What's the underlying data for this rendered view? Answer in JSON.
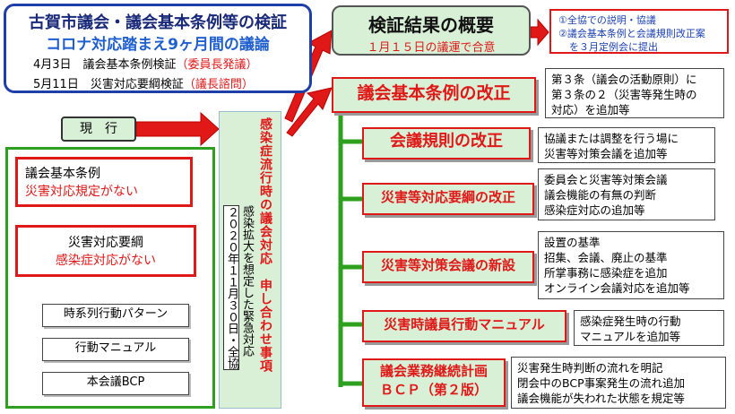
{
  "title_box": {
    "line1": "古賀市議会・議会基本条例等の検証",
    "line2": "コロナ対応踏まえ9ヶ月間の議論",
    "line3_main": "4月3日　議会基本条例検証",
    "line3_red": "（委員長発議）",
    "line4_main": "5月11日　災害対応要綱検証",
    "line4_red": "（議長諮問）"
  },
  "current_label": "現行",
  "left_panel": {
    "box1_line1": "議会基本条例",
    "box1_line2": "災害対応規定がない",
    "box2_line1": "災害対応要綱",
    "box2_line2": "感染症対応がない",
    "sub_items": [
      "時系列行動パターン",
      "行動マニュアル",
      "本会議BCP"
    ]
  },
  "middle": {
    "red_vertical": "感染症流行時の議会対応　申し合わせ事項",
    "black_vertical_1": "感染拡大を想定した緊急対応",
    "black_vertical_2": "２０２０年１１月３０日・全協"
  },
  "summary": {
    "title": "検証結果の概要",
    "subtitle": "１月１５日の議運で合意"
  },
  "note": {
    "line1": "①全協での説明・協議",
    "line2": "②議会基本条例と会議規則改正案",
    "line3": "を３月定例会に提出"
  },
  "items": [
    {
      "label": "議会基本条例の改正",
      "desc": [
        "第３条（議会の活動原則）に",
        "第３条の２（災害等発生時の",
        "対応）を追加等"
      ]
    },
    {
      "label": "会議規則の改正",
      "desc": [
        "協議または調整を行う場に",
        "災害等対策会議を追加等"
      ]
    },
    {
      "label": "災害等対応要綱の改正",
      "desc": [
        "委員会と災害等対策会議",
        "議会機能の有無の判断",
        "感染症対応の追加等"
      ]
    },
    {
      "label": "災害等対策会議の新設",
      "desc": [
        "設置の基準",
        "招集、会議、廃止の基準",
        "所掌事務に感染症を追加",
        "オンライン会議対応を追加等"
      ]
    },
    {
      "label": "災害時議員行動マニュアル",
      "desc": [
        "感染症発生時の行動",
        "マニュアルを追加等"
      ]
    },
    {
      "label_line1": "議会業務継続計画",
      "label_line2": "ＢＣＰ（第２版）",
      "desc": [
        "災害発生時判断の流れを明記",
        "閉会中のBCP事案発生の流れ追加",
        "議会機能が失われた状態を規定等"
      ]
    }
  ],
  "colors": {
    "red": "#e01818",
    "green": "#2da020",
    "blue": "#1f3fa8",
    "light_green": "#d8f0d6"
  }
}
